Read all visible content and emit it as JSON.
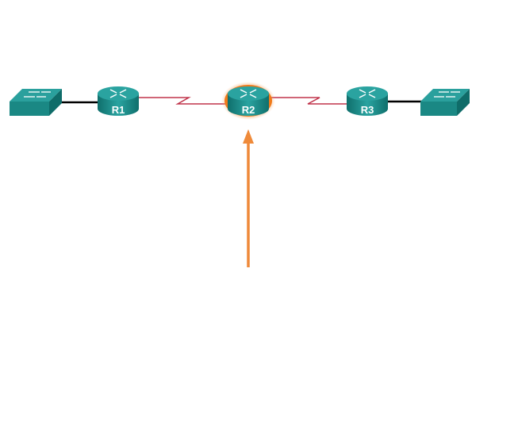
{
  "topology": {
    "devices": [
      {
        "id": "S1",
        "type": "switch"
      },
      {
        "id": "R1",
        "type": "router",
        "label": "R1"
      },
      {
        "id": "R2",
        "type": "router",
        "label": "R2",
        "highlighted": true
      },
      {
        "id": "R3",
        "type": "router",
        "label": "R3"
      },
      {
        "id": "S3",
        "type": "switch"
      }
    ],
    "links": [
      {
        "from": "S1",
        "to": "R1",
        "type": "ethernet"
      },
      {
        "from": "R1",
        "to": "R2",
        "type": "serial"
      },
      {
        "from": "R2",
        "to": "R3",
        "type": "serial"
      },
      {
        "from": "R3",
        "to": "S3",
        "type": "ethernet"
      }
    ]
  },
  "colors": {
    "device": "#1f8d8a",
    "serial_link": "#c0334a",
    "highlight": "#f07a1a",
    "arrow": "#ef8a3a"
  }
}
